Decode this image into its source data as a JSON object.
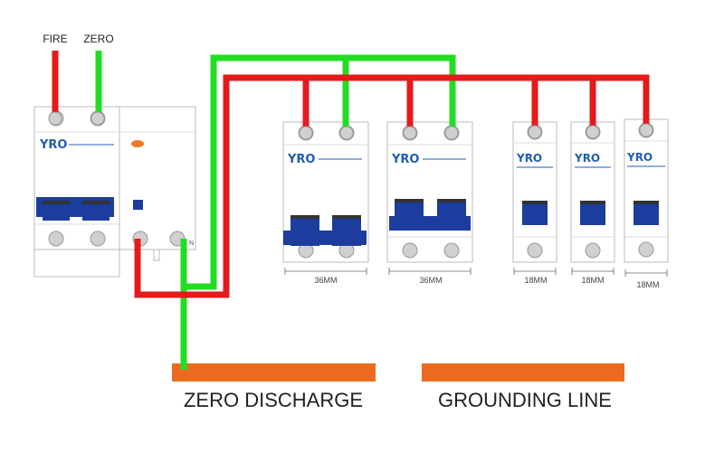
{
  "labels": {
    "fire": "FIRE",
    "zero": "ZERO",
    "neutral_mark": "N",
    "zero_discharge": "ZERO DISCHARGE",
    "grounding_line": "GROUNDING LINE"
  },
  "brand": "YRO",
  "breakers": [
    {
      "id": "main",
      "width_label": ""
    },
    {
      "id": "2p-a",
      "width_label": "36MM"
    },
    {
      "id": "2p-b",
      "width_label": "36MM"
    },
    {
      "id": "1p-a",
      "width_label": "18MM"
    },
    {
      "id": "1p-b",
      "width_label": "18MM"
    },
    {
      "id": "1p-c",
      "width_label": "18MM"
    }
  ],
  "colors": {
    "live_wire": "#e41a1c",
    "neutral_wire": "#22dd22",
    "handle": "#1c3d9e",
    "brand": "#1f5db5",
    "busbar": "#ec6a1e",
    "indicator": "#ef7a2a"
  }
}
